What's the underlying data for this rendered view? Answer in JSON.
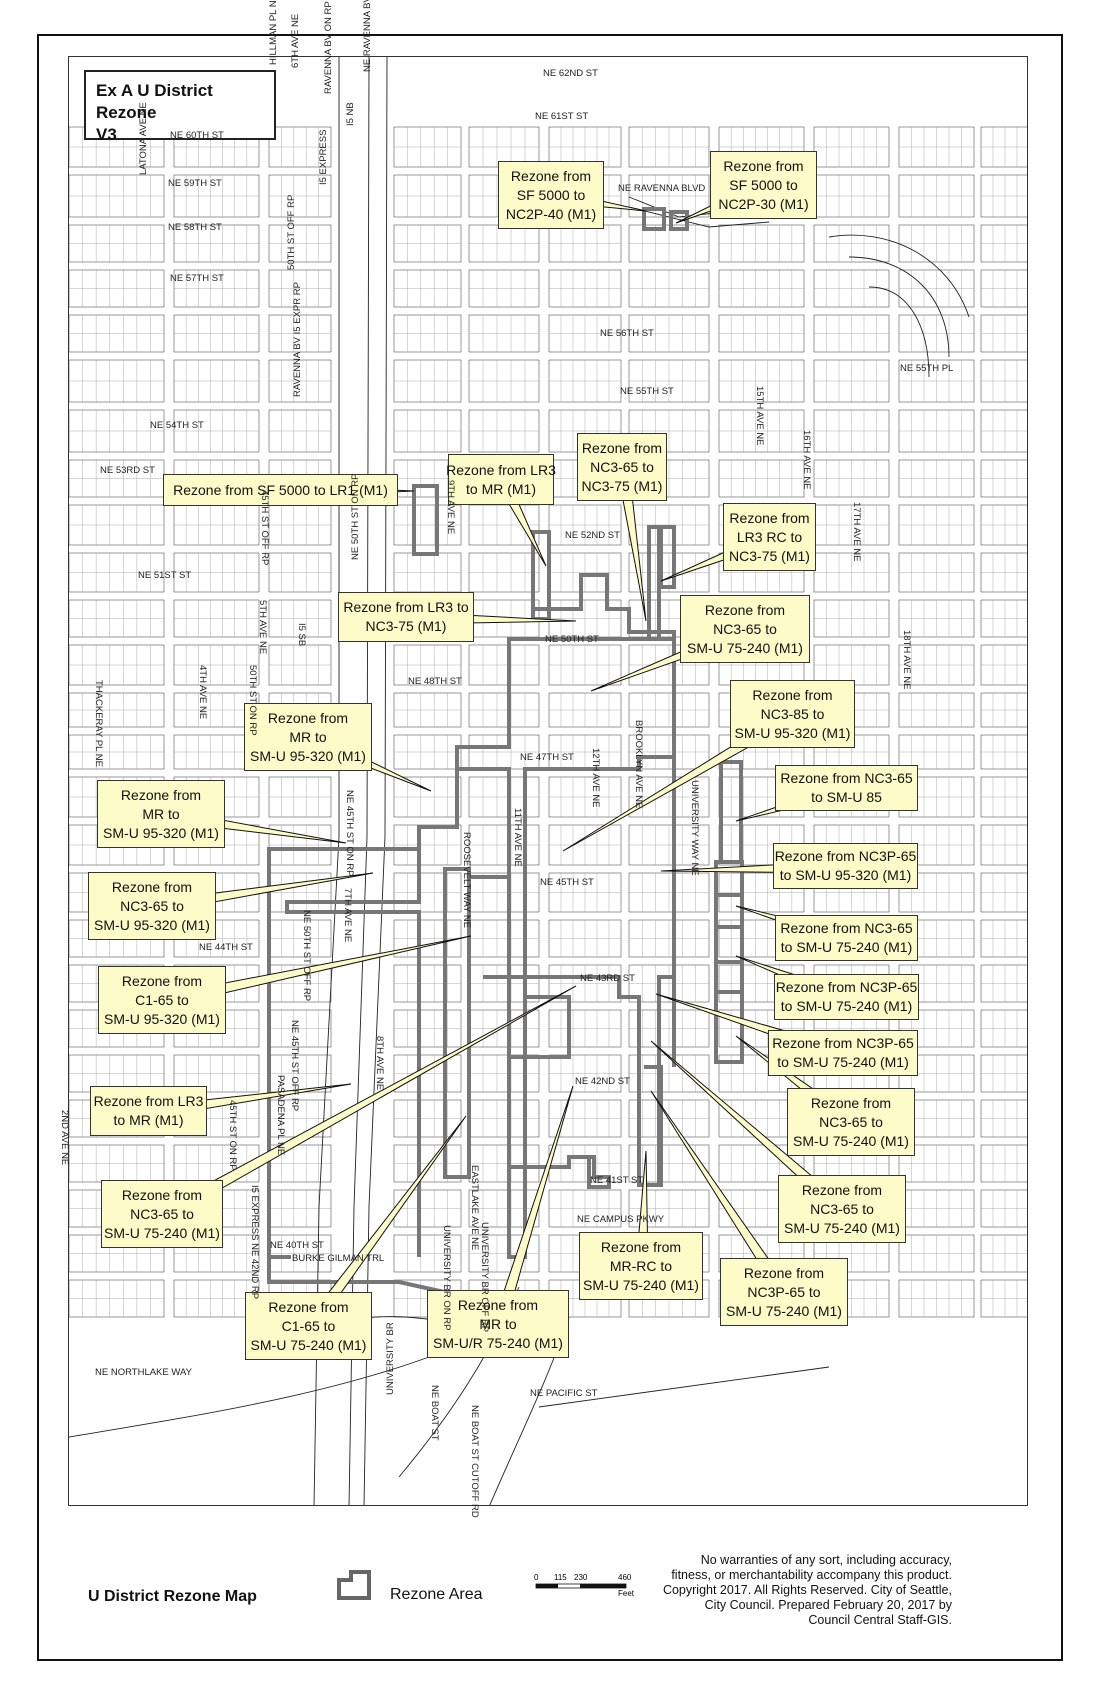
{
  "map_title": [
    "Ex A U District Rezone",
    "V3"
  ],
  "footer_title": "U District Rezone Map",
  "legend_label": "Rezone Area",
  "scale": {
    "ticks": [
      "0",
      "115",
      "230",
      "460"
    ],
    "unit": "Feet"
  },
  "disclaimer": [
    "No warranties of any sort, including accuracy,",
    "fitness, or merchantability accompany this product.",
    "Copyright 2017. All Rights Reserved. City of Seattle,",
    "City Council. Prepared February 20, 2017 by",
    "Council Central Staff-GIS."
  ],
  "callouts": [
    {
      "id": "sf5000-nc2p40",
      "lines": [
        "Rezone from",
        "SF 5000 to",
        "NC2P-40 (M1)"
      ]
    },
    {
      "id": "sf5000-nc2p30",
      "lines": [
        "Rezone from",
        "SF 5000 to",
        "NC2P-30 (M1)"
      ]
    },
    {
      "id": "sf5000-lr1",
      "lines": [
        "Rezone from SF 5000 to LR1 (M1)"
      ]
    },
    {
      "id": "lr3-mr-north",
      "lines": [
        "Rezone from LR3",
        "to MR (M1)"
      ]
    },
    {
      "id": "nc365-nc375",
      "lines": [
        "Rezone from",
        "NC3-65 to",
        "NC3-75 (M1)"
      ]
    },
    {
      "id": "lr3rc-nc375",
      "lines": [
        "Rezone from",
        "LR3 RC to",
        "NC3-75 (M1)"
      ]
    },
    {
      "id": "lr3-nc375",
      "lines": [
        "Rezone from LR3 to",
        "NC3-75 (M1)"
      ]
    },
    {
      "id": "nc365-smu75240-a",
      "lines": [
        "Rezone from",
        "NC3-65 to",
        "SM-U 75-240 (M1)"
      ]
    },
    {
      "id": "nc385-smu95320",
      "lines": [
        "Rezone from",
        "NC3-85 to",
        "SM-U 95-320 (M1)"
      ]
    },
    {
      "id": "mr-smu95320-a",
      "lines": [
        "Rezone from",
        "MR to",
        "SM-U 95-320 (M1)"
      ]
    },
    {
      "id": "nc365-smu85",
      "lines": [
        "Rezone from NC3-65",
        "to SM-U 85"
      ]
    },
    {
      "id": "mr-smu95320-b",
      "lines": [
        "Rezone from",
        "MR to",
        "SM-U 95-320 (M1)"
      ]
    },
    {
      "id": "nc3p65-smu95320",
      "lines": [
        "Rezone from NC3P-65",
        "to SM-U 95-320 (M1)"
      ]
    },
    {
      "id": "nc365-smu95320",
      "lines": [
        "Rezone from",
        "NC3-65 to",
        "SM-U 95-320 (M1)"
      ]
    },
    {
      "id": "nc365-smu75240-b",
      "lines": [
        "Rezone from NC3-65",
        "to SM-U 75-240 (M1)"
      ]
    },
    {
      "id": "c165-smu95320",
      "lines": [
        "Rezone from",
        "C1-65 to",
        "SM-U 95-320 (M1)"
      ]
    },
    {
      "id": "nc3p65-smu75240-a",
      "lines": [
        "Rezone from NC3P-65",
        "to SM-U 75-240 (M1)"
      ]
    },
    {
      "id": "nc3p65-smu75240-b",
      "lines": [
        "Rezone from NC3P-65",
        "to SM-U 75-240 (M1)"
      ]
    },
    {
      "id": "lr3-mr-south",
      "lines": [
        "Rezone from LR3",
        "to MR (M1)"
      ]
    },
    {
      "id": "nc365-smu75240-c",
      "lines": [
        "Rezone from",
        "NC3-65 to",
        "SM-U 75-240 (M1)"
      ]
    },
    {
      "id": "nc365-smu75240-d",
      "lines": [
        "Rezone from",
        "NC3-65 to",
        "SM-U 75-240 (M1)"
      ]
    },
    {
      "id": "nc365-smu75240-e",
      "lines": [
        "Rezone from",
        "NC3-65 to",
        "SM-U 75-240 (M1)"
      ]
    },
    {
      "id": "mrrc-smu75240",
      "lines": [
        "Rezone from",
        "MR-RC to",
        "SM-U 75-240 (M1)"
      ]
    },
    {
      "id": "nc3p65-smu75240-c",
      "lines": [
        "Rezone from",
        "NC3P-65 to",
        "SM-U 75-240 (M1)"
      ]
    },
    {
      "id": "c165-smu75240",
      "lines": [
        "Rezone from",
        "C1-65 to",
        "SM-U 75-240 (M1)"
      ]
    },
    {
      "id": "mr-smur75240",
      "lines": [
        "Rezone from",
        "MR to",
        "SM-U/R 75-240 (M1)"
      ]
    }
  ],
  "streets": [
    "NE 62ND ST",
    "NE RAVENNA BV OFF RP",
    "HILLMAN PL NE",
    "6TH AVE NE",
    "RAVENNA BV ON RP",
    "I5 NB",
    "NE 61ST ST",
    "NE 60TH ST",
    "LATONA AVE NE",
    "NE 59TH ST",
    "NE 58TH ST",
    "I5 EXPRESS",
    "NE 57TH ST",
    "50TH ST OFF RP",
    "NE RAVENNA BLVD",
    "NE 56TH ST",
    "NE 55TH ST",
    "NE 55TH PL",
    "NE 54TH ST",
    "RAVENNA BV I5 EXPR RP",
    "15TH AVE NE",
    "16TH AVE NE",
    "NE 53RD ST",
    "17TH AVE NE",
    "NE 52ND ST",
    "45TH ST OFF RP",
    "NE 50TH ST ON RP",
    "9TH AVE NE",
    "NE 51ST ST",
    "NE 50TH ST",
    "5TH AVE NE",
    "I5 SB",
    "18TH AVE NE",
    "50TH ST ON RP",
    "NE 48TH ST",
    "THACKERAY PL NE",
    "4TH AVE NE",
    "NE 47TH ST",
    "12TH AVE NE",
    "BROOKLYN AVE NE",
    "NE 45TH ST ON RP",
    "UNIVERSITY WAY NE",
    "11TH AVE NE",
    "ROOSEVELT WAY NE",
    "NE 45TH ST",
    "NE 50TH ST OFF RP",
    "7TH AVE NE",
    "NE 44TH ST",
    "NE 43RD ST",
    "NE 45TH ST OFF RP",
    "8TH AVE NE",
    "NE 42ND ST",
    "PASADENA PL NE",
    "45TH ST ON RP",
    "2ND AVE NE",
    "NE 41ST ST",
    "EASTLAKE AVE NE",
    "I5 EXPRESS NE 42ND RP",
    "NE CAMPUS PKWY",
    "NE 40TH ST",
    "UNIVERSITY BR ON RP",
    "UNIVERSITY BR OFF RP",
    "BURKE GILMAN TRL",
    "NE NORTHLAKE WAY",
    "UNIVERSITY BR",
    "NE BOAT ST",
    "NE BOAT ST CUTOFF RD",
    "NE PACIFIC ST"
  ]
}
